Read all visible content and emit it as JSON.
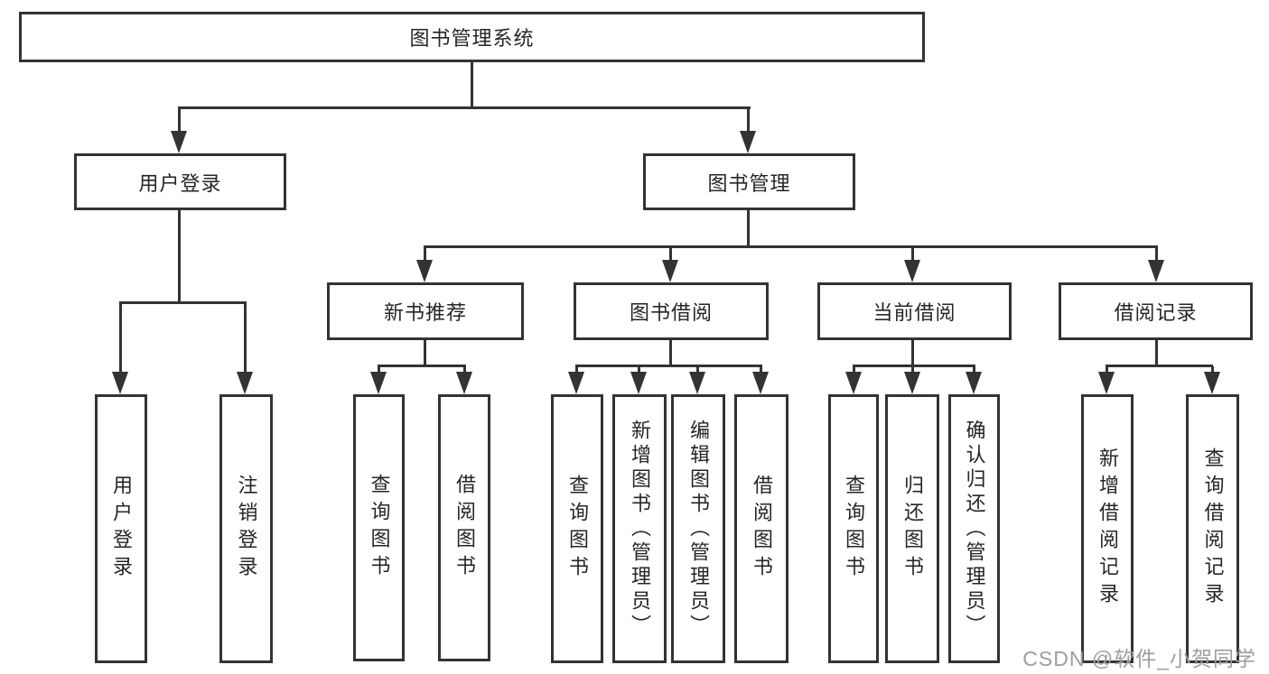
{
  "diagram_type": "hierarchy-tree",
  "colors": {
    "line": "#333333",
    "text": "#262626",
    "background": "#ffffff",
    "watermark": "#9e9e9e"
  },
  "tree": {
    "root": {
      "label": "图书管理系统"
    },
    "level2": [
      {
        "label": "用户登录",
        "children": [
          {
            "label": "用户登录"
          },
          {
            "label": "注销登录"
          }
        ]
      },
      {
        "label": "图书管理",
        "children": [
          {
            "label": "新书推荐",
            "children": [
              {
                "label": "查询图书"
              },
              {
                "label": "借阅图书"
              }
            ]
          },
          {
            "label": "图书借阅",
            "children": [
              {
                "label": "查询图书"
              },
              {
                "label": "新增图书（管理员）"
              },
              {
                "label": "编辑图书（管理员）"
              },
              {
                "label": "借阅图书"
              }
            ]
          },
          {
            "label": "当前借阅",
            "children": [
              {
                "label": "查询图书"
              },
              {
                "label": "归还图书"
              },
              {
                "label": "确认归还（管理员）"
              }
            ]
          },
          {
            "label": "借阅记录",
            "children": [
              {
                "label": "新增借阅记录"
              },
              {
                "label": "查询借阅记录"
              }
            ]
          }
        ]
      }
    ]
  },
  "watermark": {
    "text": "CSDN @软件_小贺同学"
  }
}
